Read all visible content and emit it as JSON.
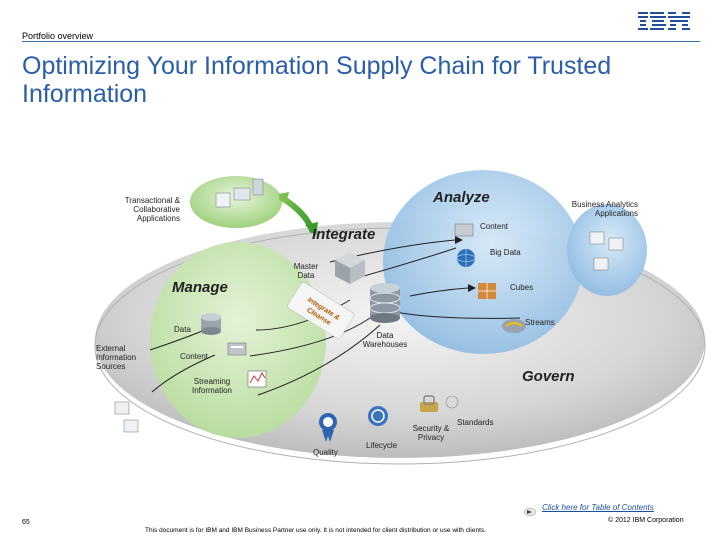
{
  "header": {
    "section_label": "Portfolio overview",
    "logo_text": "IBM"
  },
  "title": "Optimizing Your Information Supply Chain for Trusted Information",
  "diagram": {
    "zones": {
      "analyze": "Analyze",
      "integrate": "Integrate",
      "manage": "Manage",
      "govern": "Govern"
    },
    "labels": {
      "transactional": "Transactional & Collaborative Applications",
      "business_analytics": "Business Analytics Applications",
      "content_right": "Content",
      "big_data": "Big Data",
      "master_data": "Master Data",
      "cubes": "Cubes",
      "streams": "Streams",
      "data": "Data",
      "data_warehouses": "Data Warehouses",
      "external_sources": "External Information Sources",
      "content_left": "Content",
      "streaming_info": "Streaming Information",
      "standards": "Standards",
      "security_privacy": "Security & Privacy",
      "lifecycle": "Lifecycle",
      "quality": "Quality",
      "integrate_cleanse": "Integrate & Cleanse"
    }
  },
  "footer": {
    "toc_link": "Click here for Table of Contents",
    "page_number": "65",
    "copyright": "© 2012 IBM Corporation",
    "disclaimer": "This document is for IBM and IBM Business Partner use only. It is not intended for client distribution or use with clients."
  },
  "colors": {
    "title_blue": "#2a5ea8",
    "manage_green": "#c9e6b4",
    "analyze_blue": "#a9cbe8",
    "platform_gray": "#d9d9d9"
  }
}
